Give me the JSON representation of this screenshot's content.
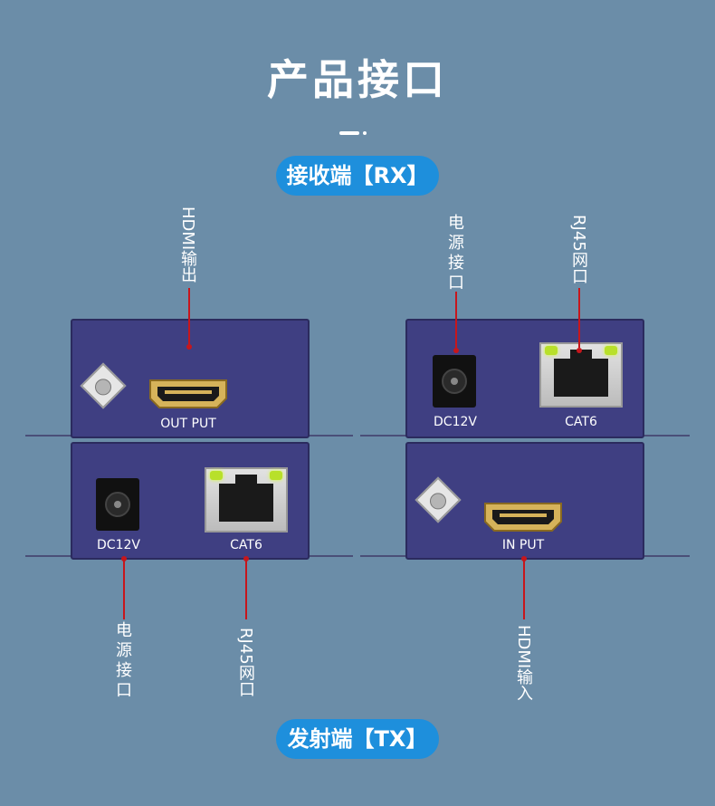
{
  "heading": {
    "title": "产品接口"
  },
  "rx_badge": {
    "label": "接收端【RX】"
  },
  "tx_badge": {
    "label": "发射端【TX】"
  },
  "rx_left_unit": {
    "port_label": "OUT PUT",
    "callout": "HDMI输出"
  },
  "tx_left_unit": {
    "dc_label": "DC12V",
    "rj_label": "CAT6",
    "dc_callout": "电源接口",
    "rj_callout": "RJ45网口"
  },
  "rx_right_unit": {
    "dc_label": "DC12V",
    "rj_label": "CAT6",
    "dc_callout": "电源接口",
    "rj_callout": "RJ45网口"
  },
  "tx_right_unit": {
    "port_label": "IN PUT",
    "callout": "HDMI输入"
  },
  "colors": {
    "background": "#6b8da8",
    "badge": "#1e8fdc",
    "device": "#3f3f82",
    "callout_line": "#c7161c"
  },
  "icons": [
    "hdmi-port-icon",
    "dc-jack-icon",
    "rj45-port-icon",
    "screw-icon"
  ]
}
